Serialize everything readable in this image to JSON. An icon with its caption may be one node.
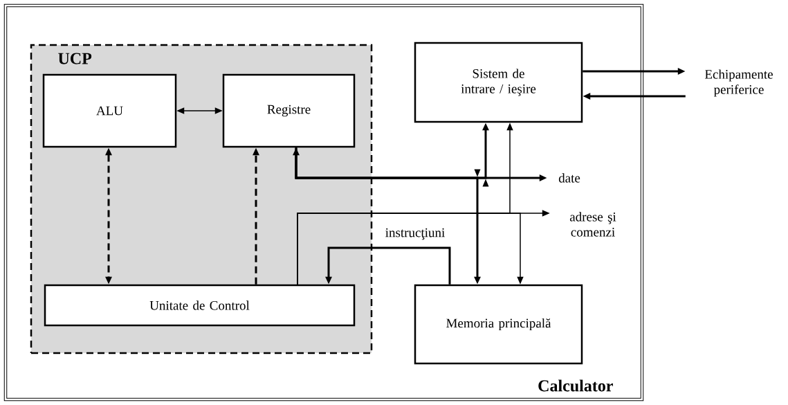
{
  "diagram": {
    "nodes": [
      {
        "text": [
          "Calculator"
        ]
      },
      {
        "text": [
          "UCP"
        ],
        "in": 0
      },
      {
        "text": [
          "ALU"
        ],
        "in": 1
      },
      {
        "text": [
          "Registre"
        ],
        "in": 1
      },
      {
        "text": [
          "Unitate de Control"
        ],
        "in": 1
      },
      {
        "text": [
          "Sistem de intrare / ieşire"
        ],
        "in": 0
      },
      {
        "text": [
          "Memoria principală"
        ],
        "in": 0
      },
      {
        "text": [
          "Echipamente periferice"
        ]
      },
      {
        "text": [
          "date"
        ],
        "in": 0
      },
      {
        "text": [
          "adrese şi comenzi"
        ],
        "in": 0
      }
    ],
    "edges": [
      {
        "from": 2,
        "to": 3,
        "arrow": "both"
      },
      {
        "from": 2,
        "to": 4,
        "arrow": "both",
        "style": "dashed"
      },
      {
        "from": 4,
        "to": 3,
        "arrow": "to",
        "style": "dashed"
      },
      {
        "from": 3,
        "to": 8,
        "arrow": "both"
      },
      {
        "from": 5,
        "to": 3,
        "arrow": "both"
      },
      {
        "from": 6,
        "to": 3,
        "arrow": "both"
      },
      {
        "from": 4,
        "to": 9,
        "arrow": "to"
      },
      {
        "from": 4,
        "to": 5,
        "arrow": "to"
      },
      {
        "from": 4,
        "to": 6,
        "arrow": "to"
      },
      {
        "from": 6,
        "to": 4,
        "arrow": "to",
        "label": "instrucţiuni"
      },
      {
        "from": 5,
        "to": 7,
        "arrow": "to"
      },
      {
        "from": 7,
        "to": 5,
        "arrow": "to"
      }
    ]
  }
}
